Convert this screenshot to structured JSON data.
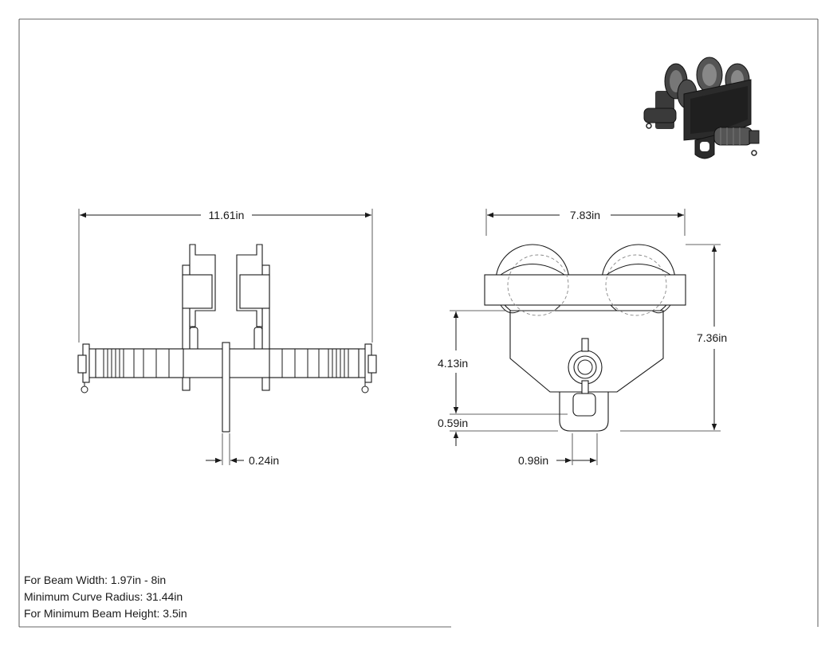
{
  "dimensions": {
    "overall_width": "11.61in",
    "plate_thickness": "0.24in",
    "end_width": "7.83in",
    "overall_height": "7.36in",
    "wheel_to_eye": "4.13in",
    "eye_height": "0.59in",
    "eye_width": "0.98in"
  },
  "notes": [
    "For Beam Width: 1.97in - 8in",
    "Minimum Curve Radius: 31.44in",
    "For Minimum Beam Height: 3.5in"
  ],
  "colors": {
    "line": "#1a1a1a",
    "hidden_line": "#888888",
    "render_body": "#2b2b2b"
  }
}
